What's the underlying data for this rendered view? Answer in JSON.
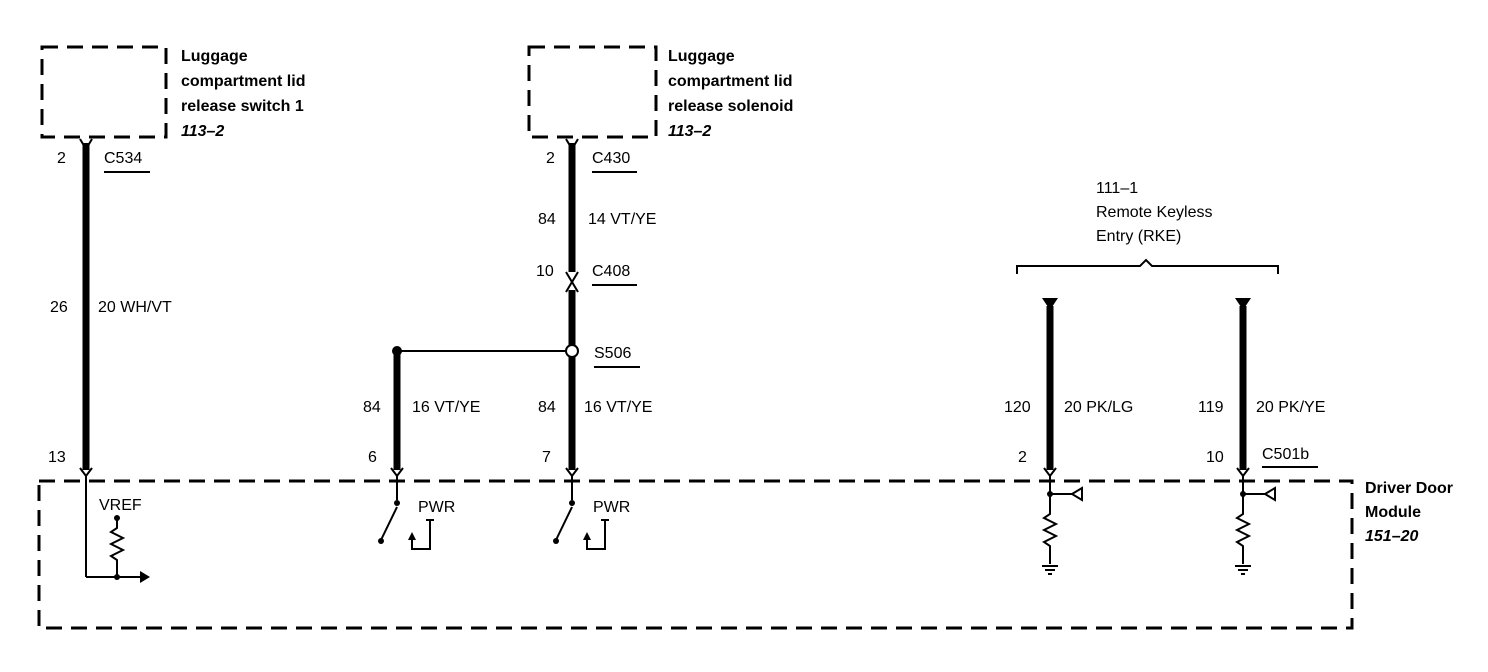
{
  "components": {
    "switch1": {
      "lines": [
        "Luggage",
        "compartment lid",
        "release switch 1"
      ],
      "ref": "113–2"
    },
    "solenoid": {
      "lines": [
        "Luggage",
        "compartment lid",
        "release solenoid"
      ],
      "ref": "113–2"
    },
    "rke": {
      "ref": "111–1",
      "lines": [
        "Remote Keyless",
        "Entry (RKE)"
      ]
    },
    "ddm": {
      "lines": [
        "Driver Door",
        "Module"
      ],
      "ref": "151–20"
    }
  },
  "connectors": {
    "c534": "C534",
    "c430": "C430",
    "c408": "C408",
    "s506": "S506",
    "c501b": "C501b"
  },
  "circuits": {
    "w1": {
      "circuit": "26",
      "wire": "20 WH/VT"
    },
    "w2": {
      "circuit": "84",
      "wire": "14 VT/YE"
    },
    "w3": {
      "circuit": "84",
      "wire": "16 VT/YE"
    },
    "w4": {
      "circuit": "84",
      "wire": "16 VT/YE"
    },
    "w5": {
      "circuit": "120",
      "wire": "20 PK/LG"
    },
    "w6": {
      "circuit": "119",
      "wire": "20 PK/YE"
    }
  },
  "pins": {
    "c534": "2",
    "c430": "2",
    "c408": "10",
    "ddm_13": "13",
    "ddm_6": "6",
    "ddm_7": "7",
    "ddm_2": "2",
    "ddm_10": "10"
  },
  "internal": {
    "vref": "VREF",
    "pwr1": "PWR",
    "pwr2": "PWR"
  }
}
